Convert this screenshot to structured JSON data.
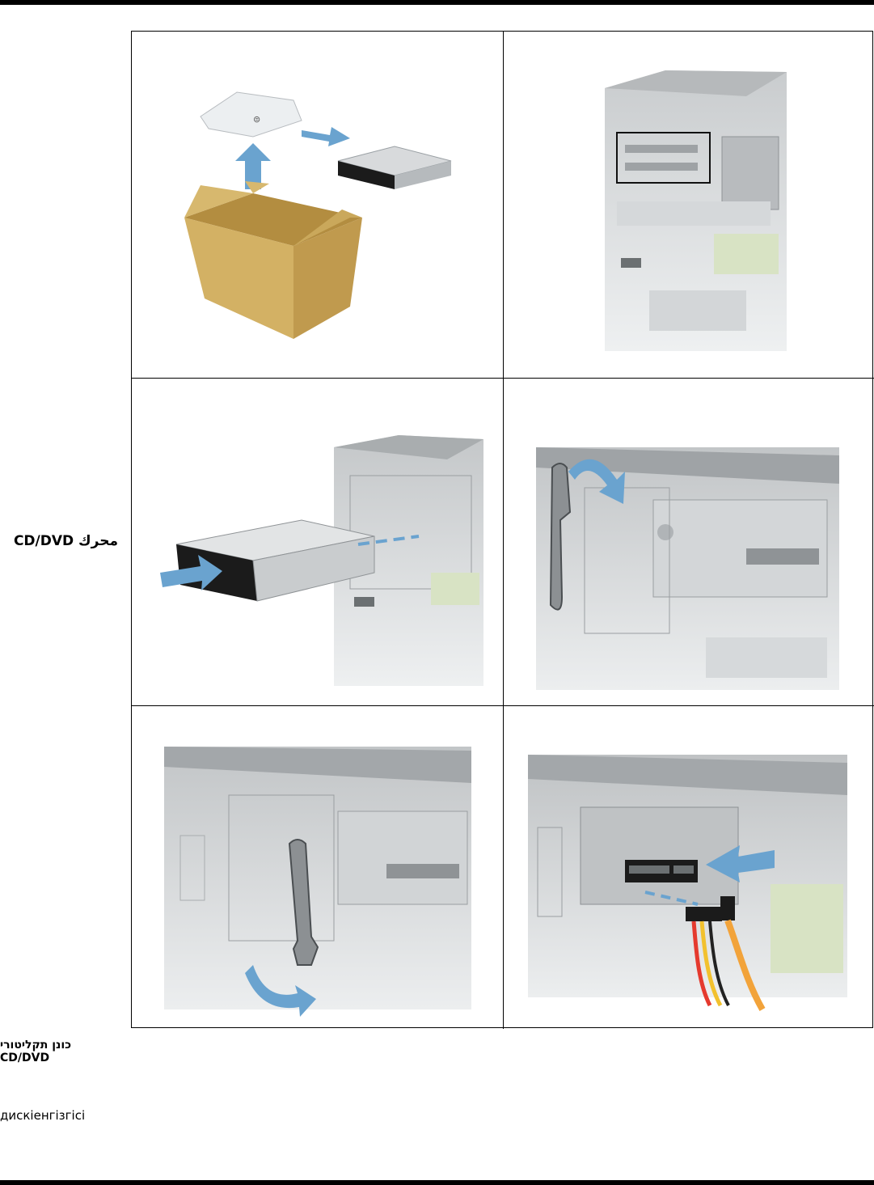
{
  "page": {
    "side_labels": {
      "arabic": "محرك CD/DVD",
      "hebrew_line1": "כונן תקליטורי",
      "hebrew_line2": "CD/DVD",
      "kazakh": "дискіенгізгісі"
    }
  },
  "illustrations": [
    {
      "name": "step-1-unpack-drive"
    },
    {
      "name": "step-2-locate-drive-bay"
    },
    {
      "name": "step-3-insert-drive"
    },
    {
      "name": "step-4-release-latch"
    },
    {
      "name": "step-5-lock-latch"
    },
    {
      "name": "step-6-connect-cables"
    }
  ],
  "colors": {
    "arrow": "#6aa3cf",
    "box": "#c9a65a",
    "chassis": "#c9ccce",
    "drive_front": "#1b1b1b",
    "cable_red": "#e53a2e",
    "cable_yellow": "#f2c12e",
    "cable_orange": "#f2a33a"
  }
}
